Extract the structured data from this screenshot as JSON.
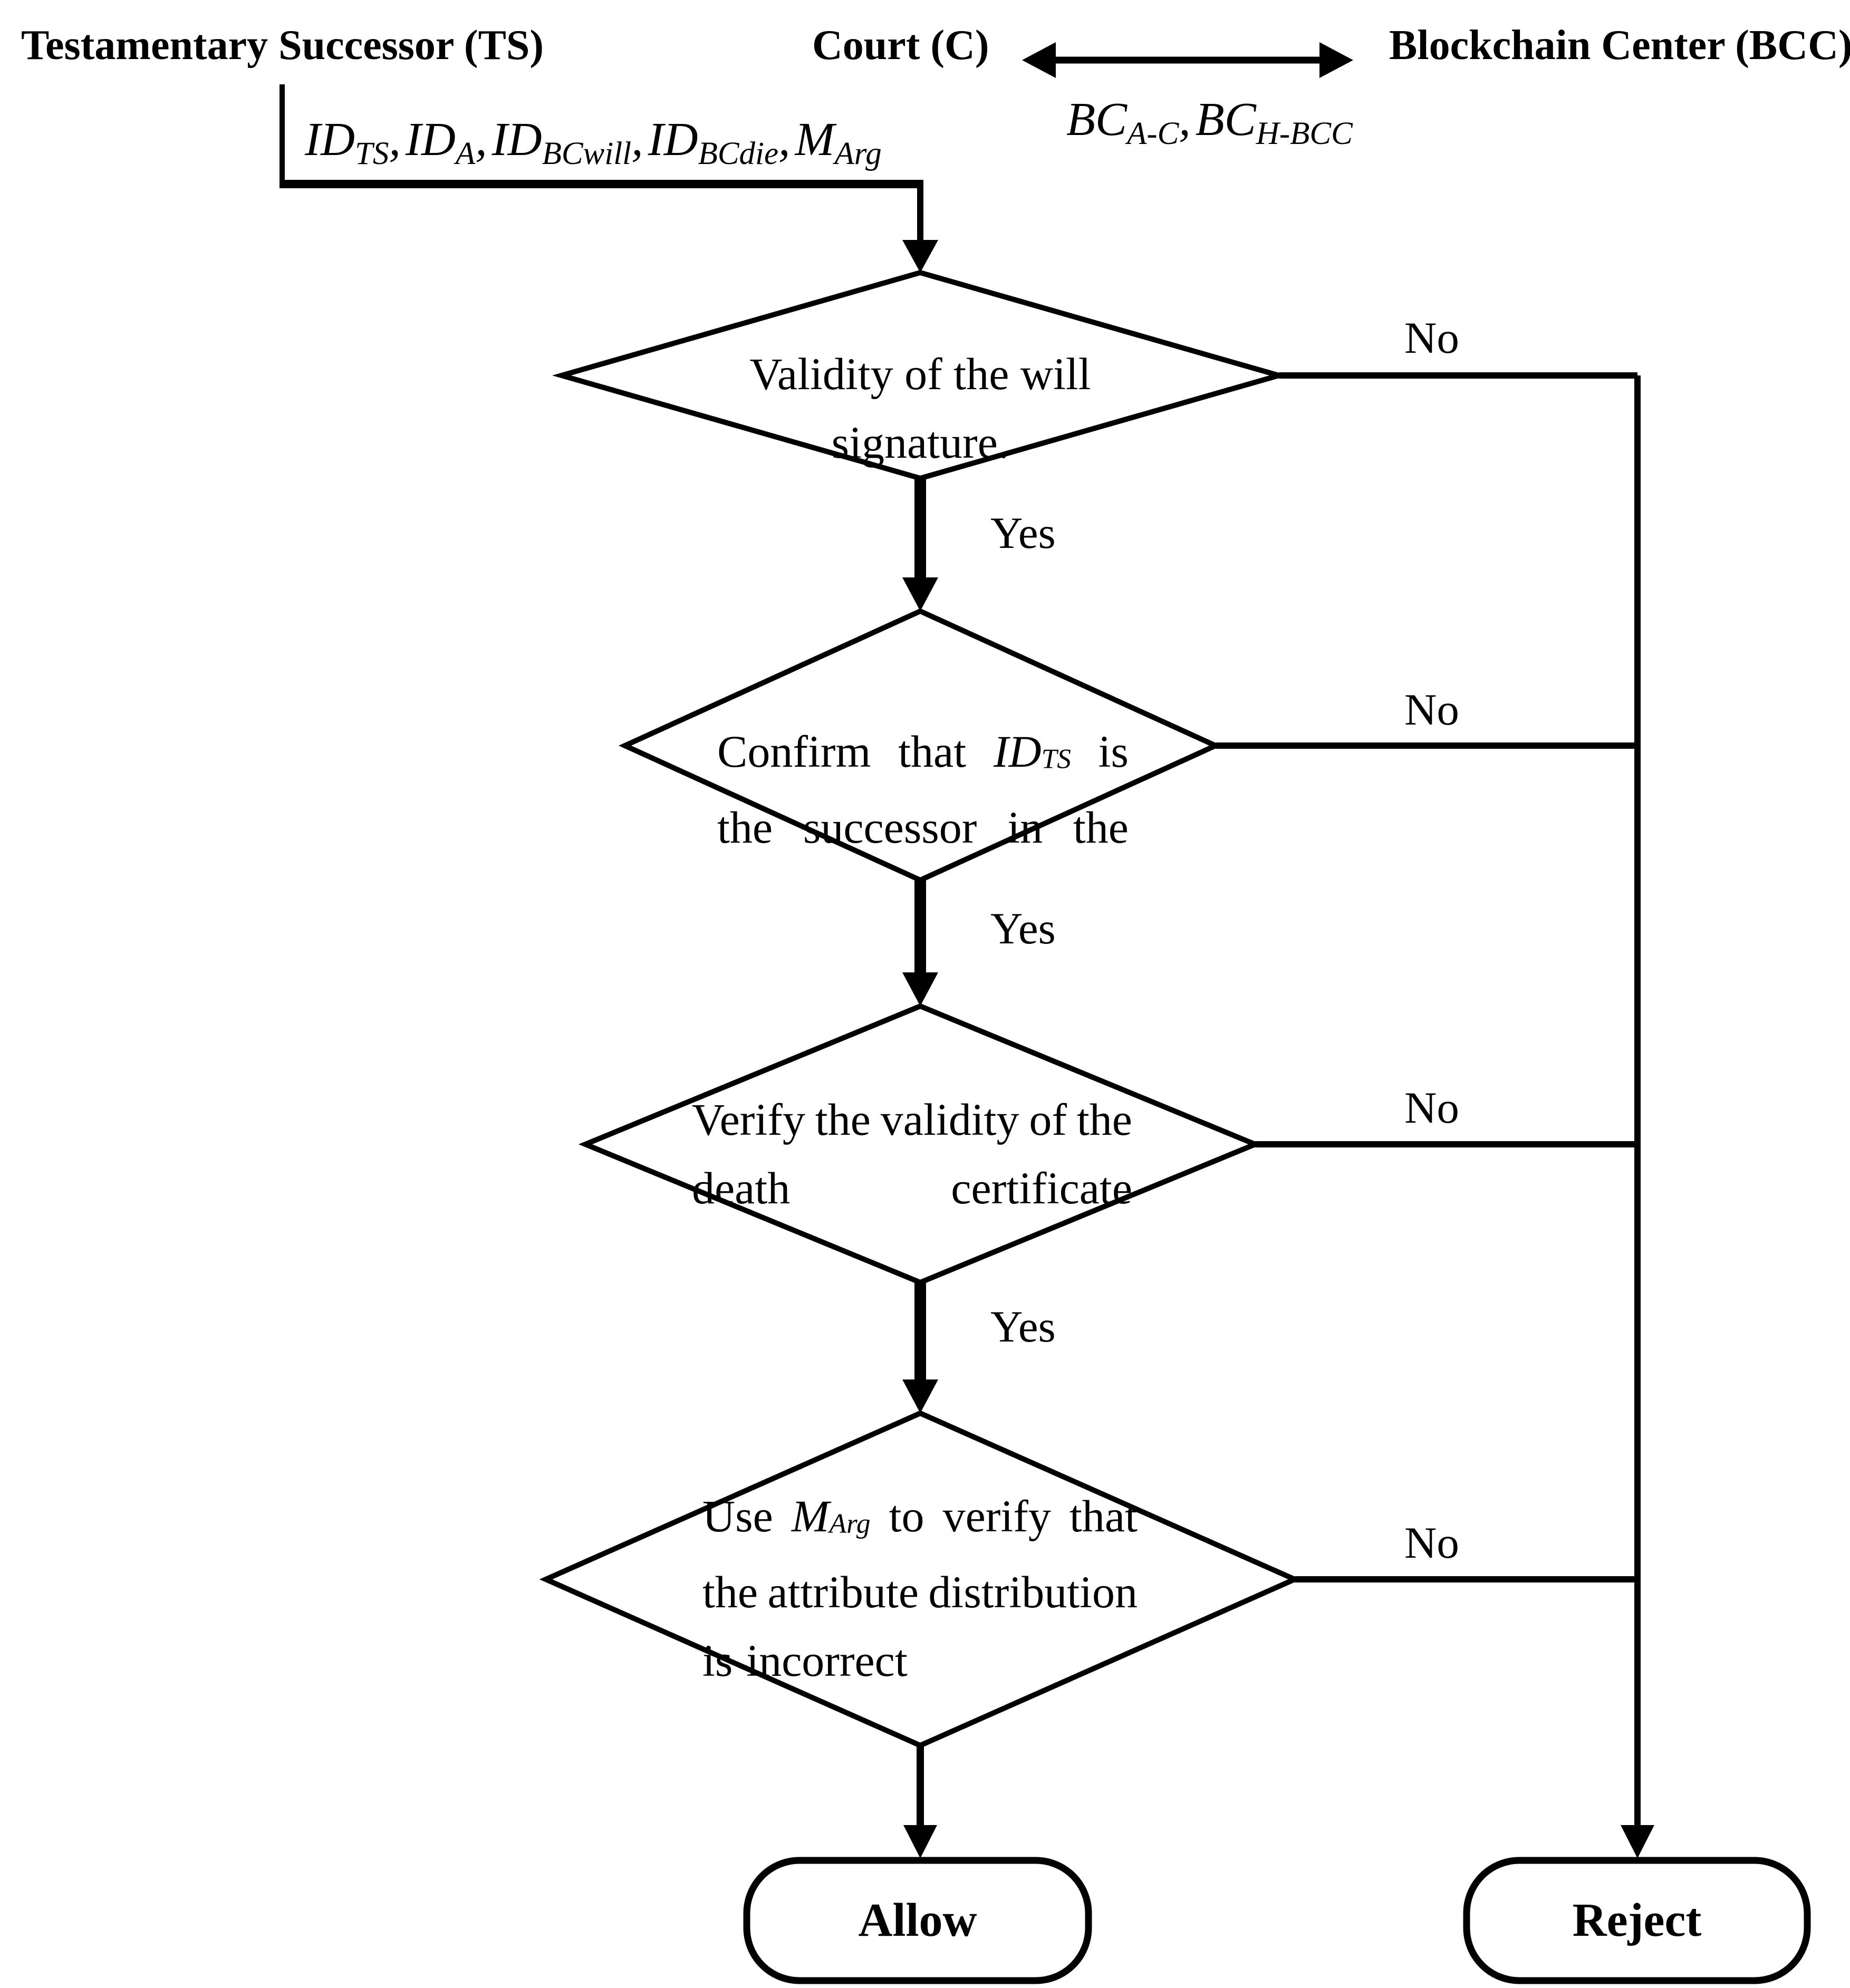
{
  "header": {
    "ts": "Testamentary Successor (TS)",
    "court": "Court (C)",
    "bcc": "Blockchain Center (BCC)",
    "channel": {
      "sep": ",",
      "parts": [
        {
          "base": "BC",
          "sub": "A-C"
        },
        {
          "base": "BC",
          "sub": "H-BCC"
        }
      ]
    }
  },
  "message": {
    "sep": ",",
    "parts": [
      {
        "base": "ID",
        "sub": "TS"
      },
      {
        "base": "ID",
        "sub": "A"
      },
      {
        "base": "ID",
        "sub": "BCwill"
      },
      {
        "base": "ID",
        "sub": "BCdie"
      },
      {
        "base": "M",
        "sub": "Arg"
      }
    ]
  },
  "decisions": {
    "d1": {
      "line1": "Validity of the will signature."
    },
    "d2": {
      "line1": [
        {
          "t": "Confirm"
        },
        {
          "t": "that"
        },
        {
          "t": "ID",
          "sub": "TS"
        },
        {
          "t": "is"
        }
      ],
      "line2": [
        {
          "t": "the"
        },
        {
          "t": "successor"
        },
        {
          "t": "in"
        },
        {
          "t": "the"
        }
      ]
    },
    "d3": {
      "line1": [
        {
          "t": "Verify"
        },
        {
          "t": "the"
        },
        {
          "t": "validity"
        },
        {
          "t": "of"
        },
        {
          "t": "the"
        }
      ],
      "line2": [
        {
          "t": "death"
        },
        {
          "t": "certificate"
        }
      ]
    },
    "d4": {
      "line1": [
        {
          "t": "Use"
        },
        {
          "t": "M",
          "sub": "Arg"
        },
        {
          "t": "to"
        },
        {
          "t": "verify"
        },
        {
          "t": "that"
        }
      ],
      "line2": [
        {
          "t": "the"
        },
        {
          "t": "attribute"
        },
        {
          "t": "distribution"
        }
      ],
      "line3": [
        {
          "t": "is"
        },
        {
          "t": "incorrect"
        }
      ]
    }
  },
  "labels": {
    "yes": "Yes",
    "no": "No"
  },
  "terminals": {
    "allow": "Allow",
    "reject": "Reject"
  },
  "colors": {
    "ink": "#000000",
    "background": "#ffffff"
  }
}
